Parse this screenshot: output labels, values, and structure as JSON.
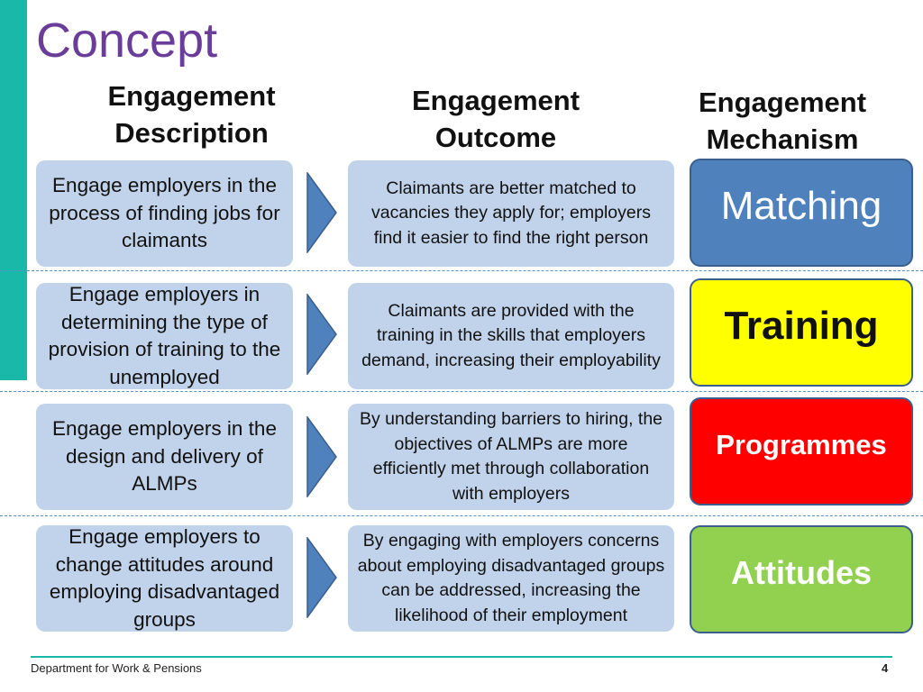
{
  "slide": {
    "title": "Concept",
    "headers": {
      "description": [
        "Engagement",
        "Description"
      ],
      "outcome": [
        "Engagement",
        "Outcome"
      ],
      "mechanism": [
        "Engagement",
        "Mechanism"
      ]
    },
    "rows": [
      {
        "description": "Engage employers in the process of finding jobs for claimants",
        "outcome": "Claimants are better matched to vacancies they apply for; employers find it easier to find the right person",
        "mechanism": "Matching"
      },
      {
        "description": "Engage employers in determining the type of provision of training to the unemployed",
        "outcome": "Claimants are provided with the training in the skills that employers demand, increasing their employability",
        "mechanism": "Training"
      },
      {
        "description": "Engage employers in the design and delivery of ALMPs",
        "outcome": "By understanding barriers to hiring, the objectives of ALMPs are more efficiently met through collaboration with employers",
        "mechanism": "Programmes"
      },
      {
        "description": "Engage employers to change attitudes around employing disadvantaged groups",
        "outcome": "By engaging with employers concerns about employing disadvantaged groups can be addressed, increasing the likelihood of their employment",
        "mechanism": "Attitudes"
      }
    ],
    "mechanism_colors": {
      "matching": "#4f81bd",
      "training": "#ffff00",
      "programmes": "#ff0000",
      "attitudes": "#92d050"
    },
    "arrow_color": "#4f81bd",
    "accent_color": "#1ab8a8",
    "title_color": "#6a3d9a",
    "footer": {
      "department": "Department for Work & Pensions",
      "page_number": "4"
    }
  }
}
